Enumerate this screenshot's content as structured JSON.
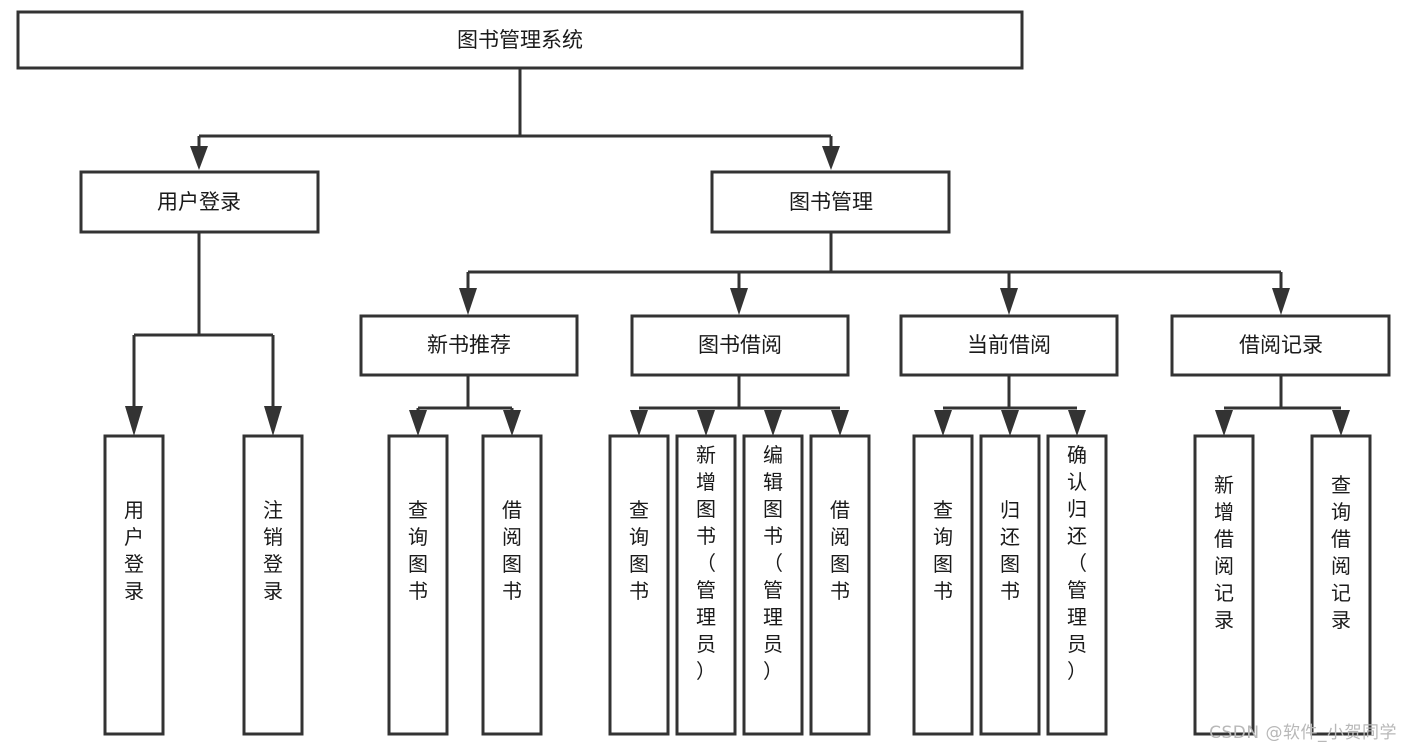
{
  "diagram": {
    "title": "图书管理系统",
    "type": "tree-hierarchy-chart",
    "root": {
      "id": "root",
      "label": "图书管理系统"
    },
    "level2": [
      {
        "id": "user-login",
        "label": "用户登录"
      },
      {
        "id": "book-management",
        "label": "图书管理"
      }
    ],
    "level3": [
      {
        "id": "new-book-recommend",
        "label": "新书推荐",
        "parent": "book-management"
      },
      {
        "id": "book-borrow",
        "label": "图书借阅",
        "parent": "book-management"
      },
      {
        "id": "current-borrow",
        "label": "当前借阅",
        "parent": "book-management"
      },
      {
        "id": "borrow-record",
        "label": "借阅记录",
        "parent": "book-management"
      }
    ],
    "leaves": [
      {
        "id": "leaf-user-login",
        "label": "用户登录",
        "parent": "user-login"
      },
      {
        "id": "leaf-logout-login",
        "label": "注销登录",
        "parent": "user-login"
      },
      {
        "id": "leaf-query-book-1",
        "label": "查询图书",
        "parent": "new-book-recommend"
      },
      {
        "id": "leaf-borrow-book-1",
        "label": "借阅图书",
        "parent": "new-book-recommend"
      },
      {
        "id": "leaf-query-book-2",
        "label": "查询图书",
        "parent": "book-borrow"
      },
      {
        "id": "leaf-add-book",
        "label": "新增图书（管理员）",
        "parent": "book-borrow"
      },
      {
        "id": "leaf-edit-book",
        "label": "编辑图书（管理员）",
        "parent": "book-borrow"
      },
      {
        "id": "leaf-borrow-book-2",
        "label": "借阅图书",
        "parent": "book-borrow"
      },
      {
        "id": "leaf-query-book-3",
        "label": "查询图书",
        "parent": "current-borrow"
      },
      {
        "id": "leaf-return-book",
        "label": "归还图书",
        "parent": "current-borrow"
      },
      {
        "id": "leaf-confirm-return",
        "label": "确认归还（管理员）",
        "parent": "current-borrow"
      },
      {
        "id": "leaf-add-record",
        "label": "新增借阅记录",
        "parent": "borrow-record"
      },
      {
        "id": "leaf-query-record",
        "label": "查询借阅记录",
        "parent": "borrow-record"
      }
    ],
    "watermark": "CSDN @软件_小贺同学",
    "colors": {
      "stroke": "#333333",
      "fill": "#ffffff",
      "text": "#1a1a1a",
      "watermark": "#b8b8b8",
      "background": "#ffffff"
    }
  }
}
